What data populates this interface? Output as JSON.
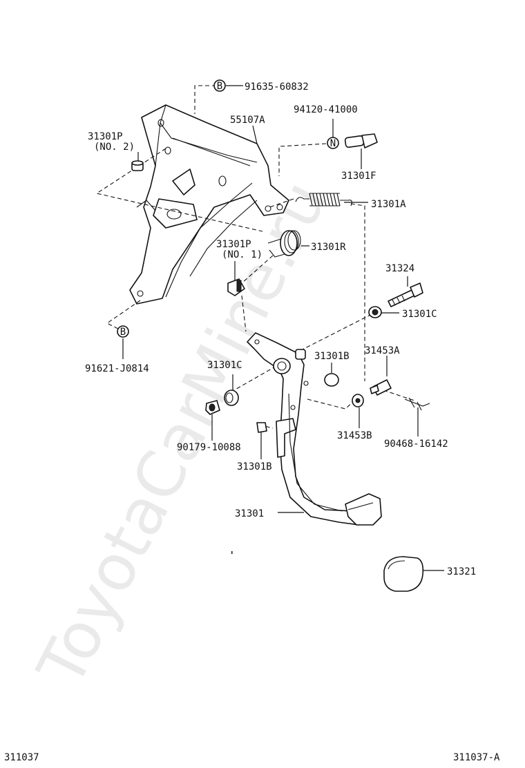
{
  "watermark": "ToyotaCarMine.ru",
  "footer": {
    "left": "311037",
    "right": "311037-A"
  },
  "circle_markers": {
    "b": "B",
    "n": "N"
  },
  "labels": {
    "p91635": "91635-60832",
    "p55107A": "55107A",
    "p94120": "94120-41000",
    "p31301P2": "31301P",
    "p31301P2_sub": "(NO. 2)",
    "p31301F": "31301F",
    "p31301A": "31301A",
    "p31301P1": "31301P",
    "p31301P1_sub": "(NO. 1)",
    "p31301R": "31301R",
    "p31324": "31324",
    "p31301C_r": "31301C",
    "p91621": "91621-J0814",
    "p31301B_r": "31301B",
    "p31453A": "31453A",
    "p31301C_l": "31301C",
    "p90179": "90179-10088",
    "p31301B_l": "31301B",
    "p31453B": "31453B",
    "p90468": "90468-16142",
    "p31301": "31301",
    "p31321": "31321"
  }
}
